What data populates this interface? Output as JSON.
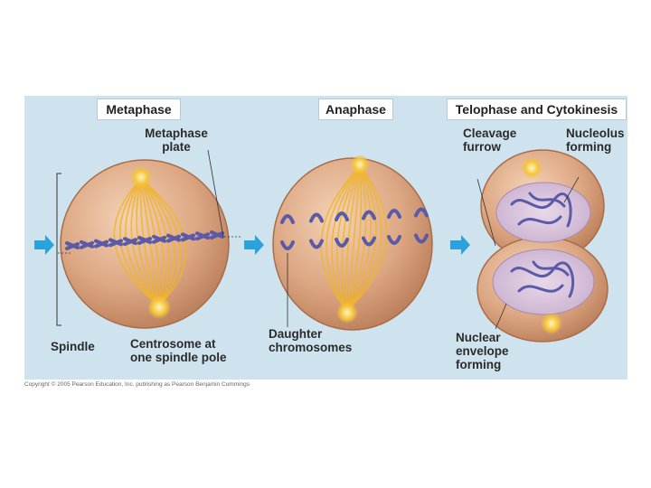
{
  "headings": {
    "metaphase": "Metaphase",
    "anaphase": "Anaphase",
    "telophase": "Telophase and Cytokinesis"
  },
  "labels": {
    "metaphase_plate_1": "Metaphase",
    "metaphase_plate_2": "plate",
    "cleavage_1": "Cleavage",
    "cleavage_2": "furrow",
    "nucleolus_1": "Nucleolus",
    "nucleolus_2": "forming",
    "spindle": "Spindle",
    "centrosome_1": "Centrosome at",
    "centrosome_2": "one spindle pole",
    "daughter_1": "Daughter",
    "daughter_2": "chromosomes",
    "nuclear_1": "Nuclear",
    "nuclear_2": "envelope",
    "nuclear_3": "forming"
  },
  "copyright": "Copyright © 2005 Pearson Education, Inc. publishing as Pearson Benjamin Cummings",
  "colors": {
    "background": "#ffffff",
    "panel": "#cfe3ef",
    "cell": "#d9a37a",
    "fiber": "#f0b62c",
    "chromosome": "#5a5aa8",
    "arrow": "#2aa3dc"
  }
}
